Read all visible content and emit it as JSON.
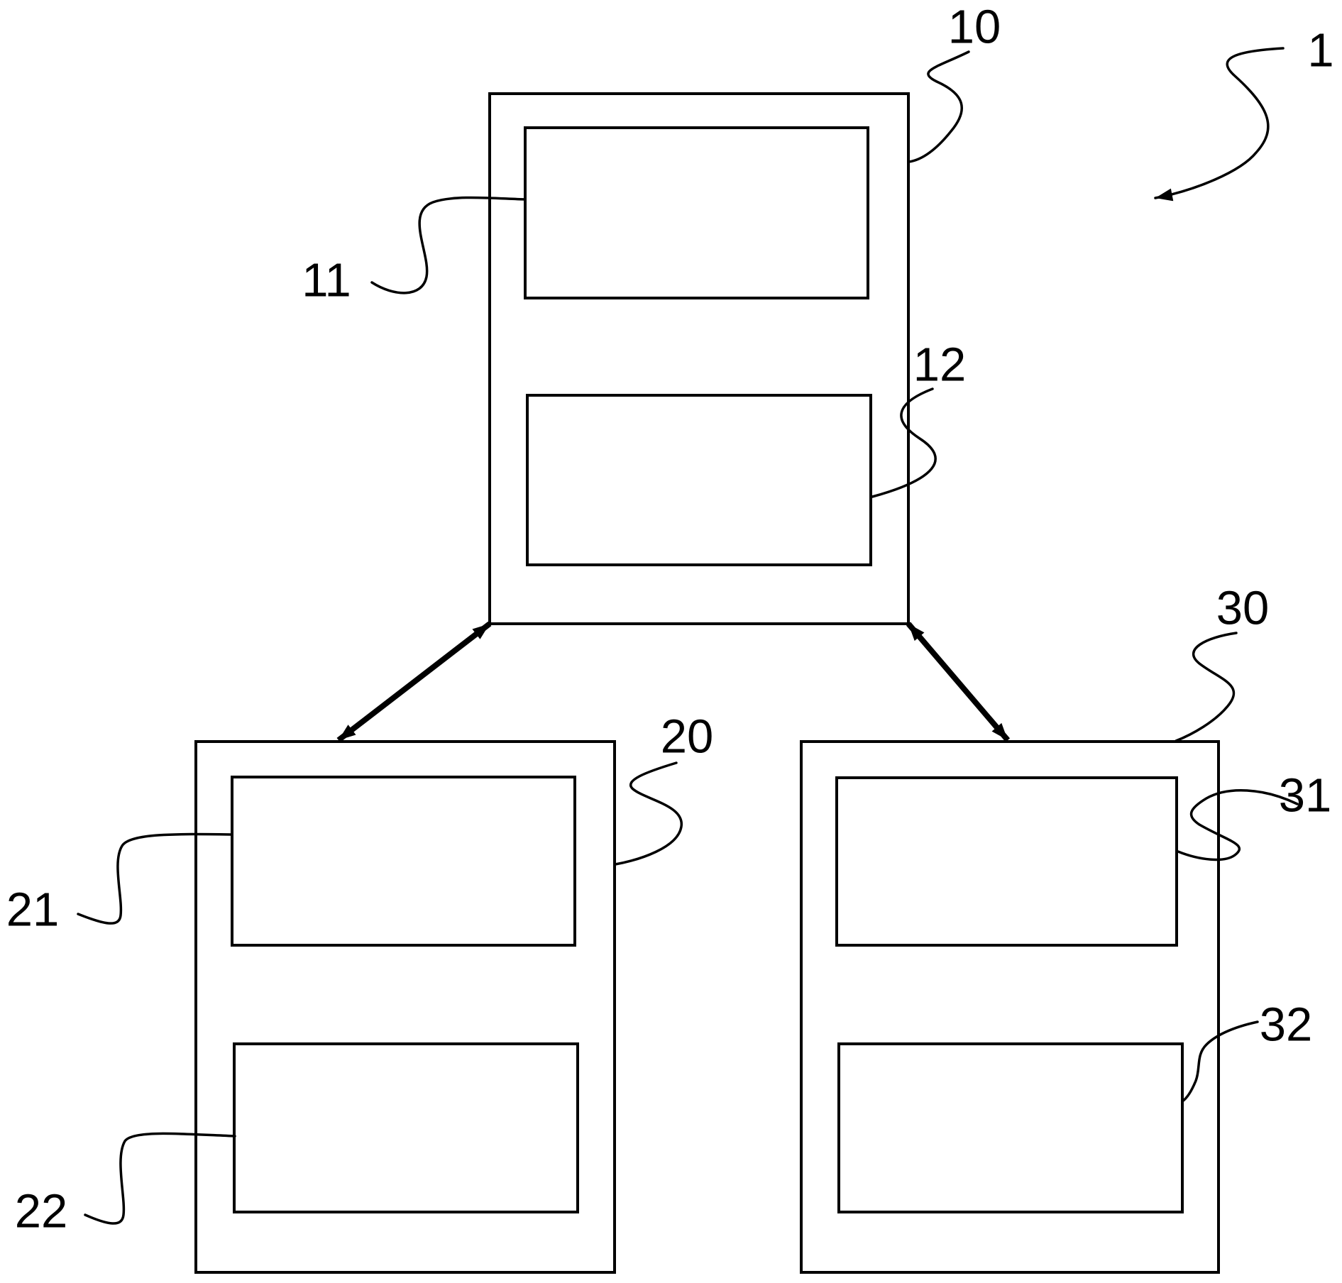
{
  "figure": {
    "background_color": "#ffffff",
    "line_color": "#000000",
    "labels": {
      "ref1": "1",
      "ref10": "10",
      "ref11": "11",
      "ref12": "12",
      "ref20": "20",
      "ref21": "21",
      "ref22": "22",
      "ref30": "30",
      "ref31": "31",
      "ref32": "32"
    }
  }
}
